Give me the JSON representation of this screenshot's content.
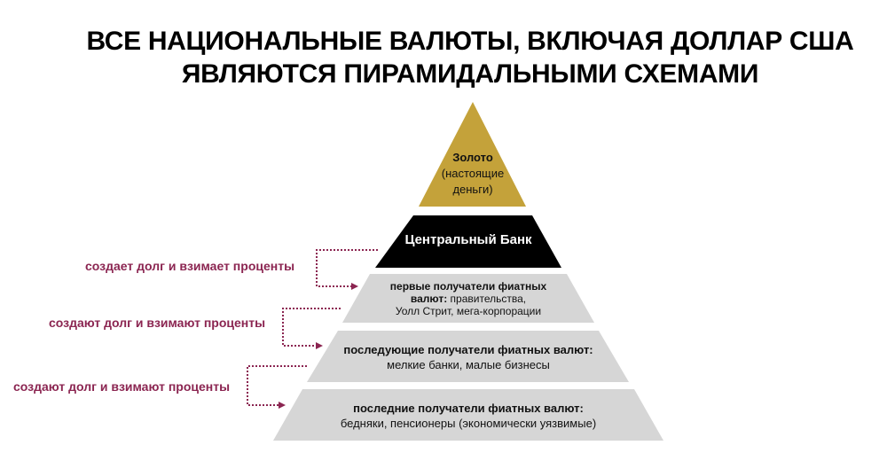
{
  "title": {
    "line1": "ВСЕ НАЦИОНАЛЬНЫЕ ВАЛЮТЫ, ВКЛЮЧАЯ ДОЛЛАР США",
    "line2": "ЯВЛЯЮТСЯ ПИРАМИДАЛЬНЫМИ СХЕМАМИ"
  },
  "colors": {
    "gold": "#c4a23a",
    "bank": "#000000",
    "tier": "#d6d6d6",
    "arrow": "#8b2551",
    "note": "#8b2551"
  },
  "levels": {
    "gold": {
      "title": "Золото",
      "line2": "(настоящие",
      "line3": "деньги)"
    },
    "central_bank": {
      "label": "Центральный Банк"
    },
    "first_recipients": {
      "bold1": "первые получатели фиатных",
      "bold2": "валют:",
      "rest2": " правительства,",
      "line3": "Уолл Стрит, мега-корпорации"
    },
    "subsequent_recipients": {
      "bold1": "последующие получатели фиатных валют:",
      "line2": "мелкие банки, малые бизнесы"
    },
    "last_recipients": {
      "bold1": "последние получатели фиатных валют:",
      "line2": "бедняки, пенсионеры (экономически уязвимые)"
    }
  },
  "notes": [
    "создает долг и взимает проценты",
    "создают долг и взимают проценты",
    "создают долг и взимают проценты"
  ]
}
